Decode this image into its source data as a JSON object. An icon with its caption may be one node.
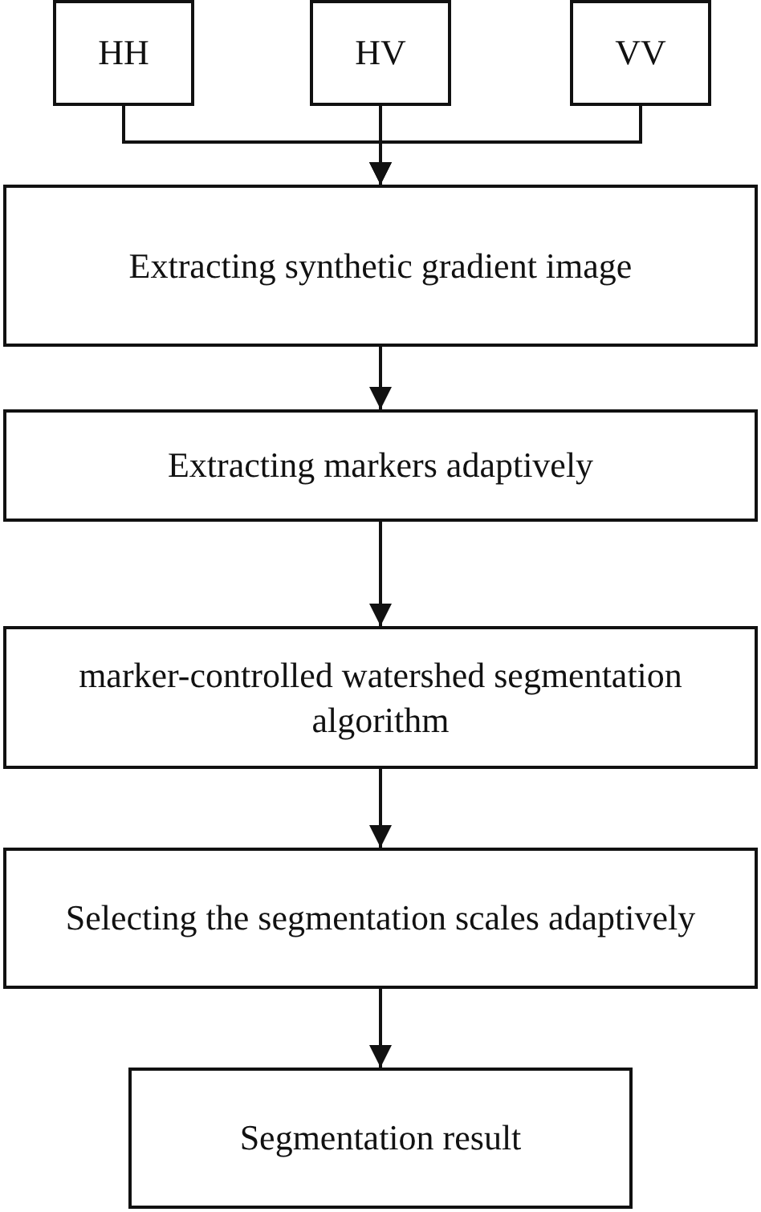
{
  "diagram": {
    "nodes": [
      {
        "text": [
          "HH"
        ]
      },
      {
        "text": [
          "HV"
        ]
      },
      {
        "text": [
          "VV"
        ]
      },
      {
        "text": [
          "Extracting synthetic gradient image"
        ]
      },
      {
        "text": [
          "Extracting markers adaptively"
        ]
      },
      {
        "text": [
          "marker-controlled watershed segmentation algorithm"
        ]
      },
      {
        "text": [
          "Selecting the segmentation scales adaptively"
        ]
      },
      {
        "text": [
          "Segmentation result"
        ]
      }
    ],
    "edges": [
      {
        "from": 0,
        "to": 3,
        "arrow": "to"
      },
      {
        "from": 1,
        "to": 3,
        "arrow": "to"
      },
      {
        "from": 2,
        "to": 3,
        "arrow": "to"
      },
      {
        "from": 3,
        "to": 4,
        "arrow": "to"
      },
      {
        "from": 4,
        "to": 5,
        "arrow": "to"
      },
      {
        "from": 5,
        "to": 6,
        "arrow": "to"
      },
      {
        "from": 6,
        "to": 7,
        "arrow": "to"
      }
    ]
  }
}
